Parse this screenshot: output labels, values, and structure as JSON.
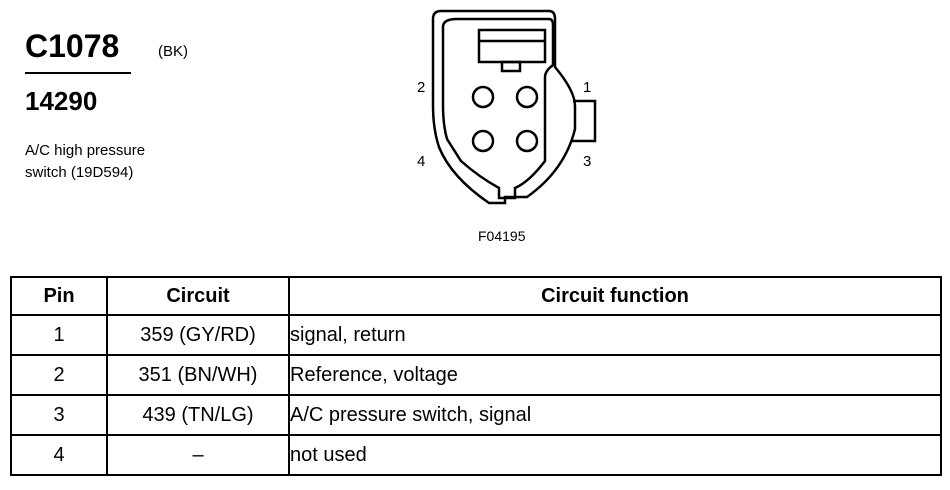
{
  "header": {
    "connector_id": "C1078",
    "color_code": "(BK)",
    "part_number": "14290",
    "description_lines": [
      "A/C high pressure",
      "switch (19D594)"
    ]
  },
  "diagram": {
    "pin_labels": [
      "1",
      "2",
      "3",
      "4"
    ],
    "figure_id": "F04195"
  },
  "table": {
    "headers": [
      "Pin",
      "Circuit",
      "Circuit function"
    ],
    "rows": [
      [
        "1",
        "359 (GY/RD)",
        "signal, return"
      ],
      [
        "2",
        "351 (BN/WH)",
        "Reference, voltage"
      ],
      [
        "3",
        "439 (TN/LG)",
        "A/C pressure switch, signal"
      ],
      [
        "4",
        "–",
        "not used"
      ]
    ]
  }
}
